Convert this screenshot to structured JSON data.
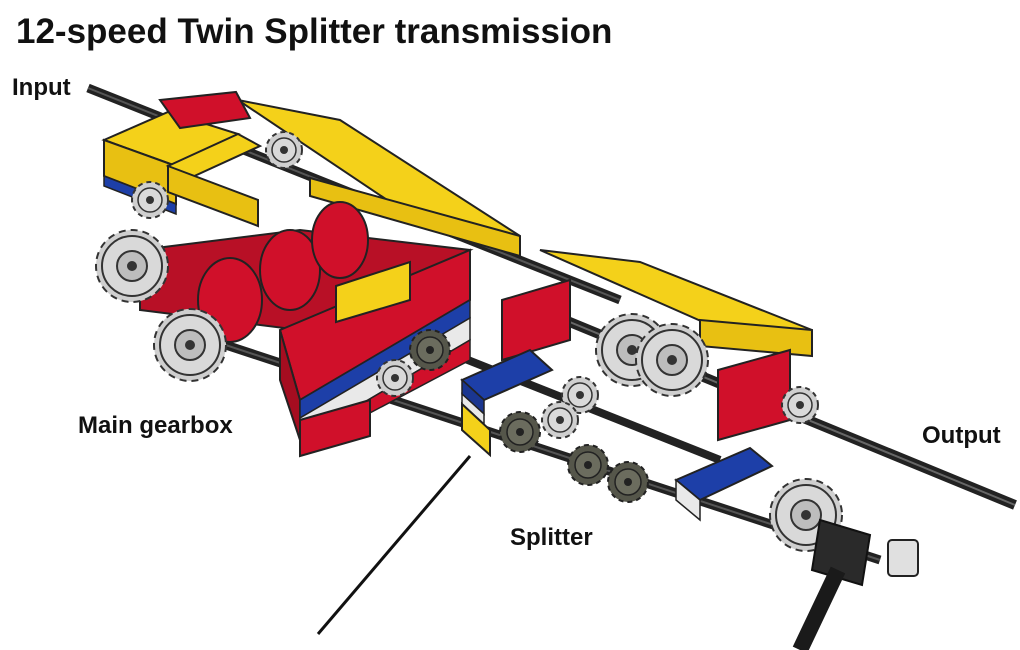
{
  "title": "12-speed Twin Splitter transmission",
  "labels": {
    "input": "Input",
    "main_gearbox": "Main gearbox",
    "output": "Output",
    "splitter": "Splitter"
  },
  "colors": {
    "brick_red": "#d0102a",
    "brick_yellow": "#f4d11a",
    "brick_blue": "#1d3fa8",
    "gear_grey": "#c9c9c9",
    "gear_dark": "#4a4a40",
    "axle": "#222222",
    "plate_white": "#e9e9e9"
  }
}
